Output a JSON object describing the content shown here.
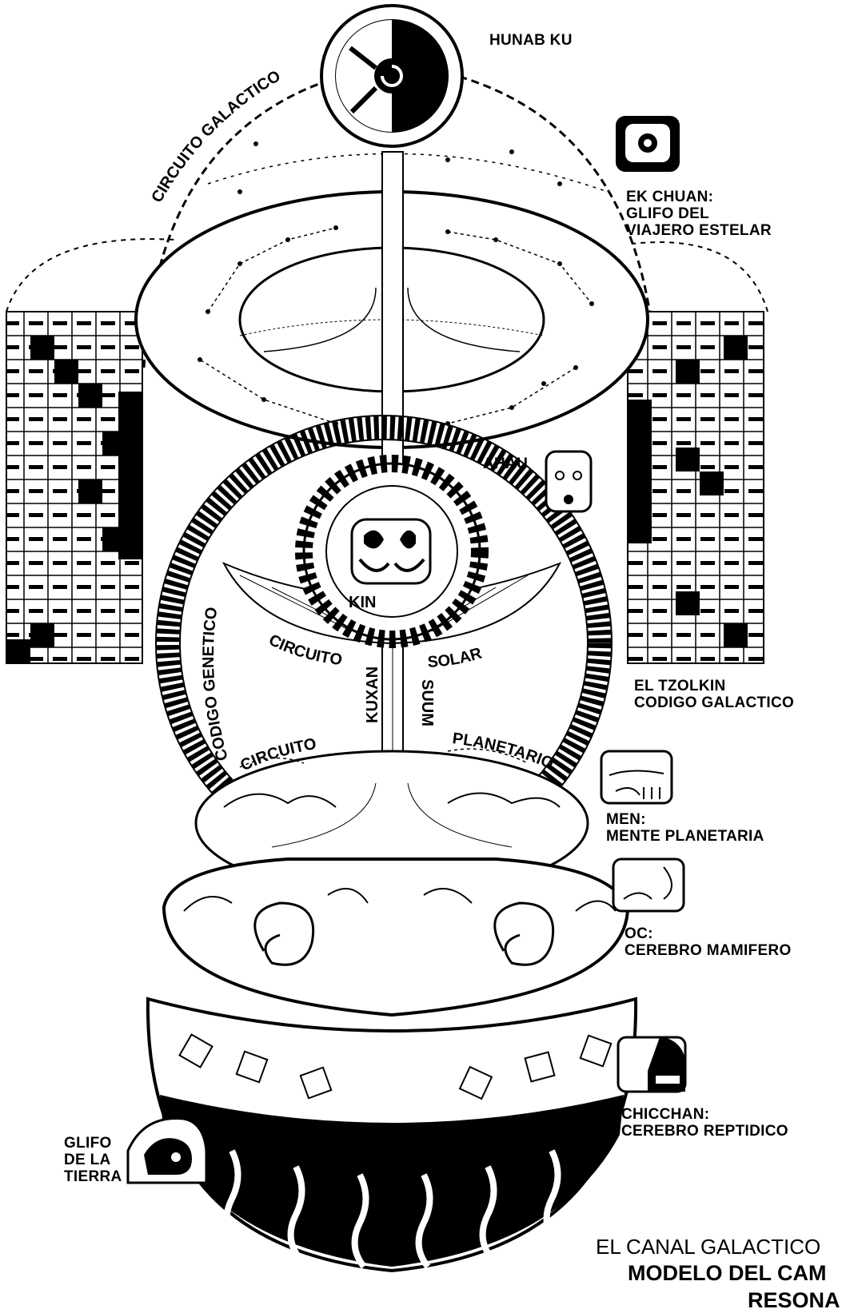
{
  "labels": {
    "hunab_ku": "HUNAB KU",
    "ek_chuan": [
      "EK CHUAN:",
      "GLIFO DEL",
      "VIAJERO ESTELAR"
    ],
    "ahau": "AHAU",
    "tzolkin": [
      "EL TZOLKIN",
      "CODIGO GALACTICO"
    ],
    "men": [
      "MEN:",
      "MENTE PLANETARIA"
    ],
    "oc": [
      "OC:",
      "CEREBRO MAMIFERO"
    ],
    "chicchan": [
      "CHICCHAN:",
      "CEREBRO REPTIDICO"
    ],
    "glifo_tierra": [
      "GLIFO",
      "DE LA",
      "TIERRA"
    ],
    "kin": "KIN",
    "kuxan": "KUXAN",
    "suum": "SUUM"
  },
  "arc_labels": {
    "circuito_galactico": "CIRCUITO GALACTICO",
    "circuito_solar_left": "CIRCUITO",
    "circuito_solar_right": "SOLAR",
    "codigo_genetico": "CODIGO GENETICO",
    "circuito_planetario_left": "CIRCUITO",
    "circuito_planetario_right": "PLANETARIO"
  },
  "caption": {
    "line1": "EL CANAL GALACTICO",
    "line2": "MODELO DEL CAM",
    "line3": "RESONA"
  }
}
